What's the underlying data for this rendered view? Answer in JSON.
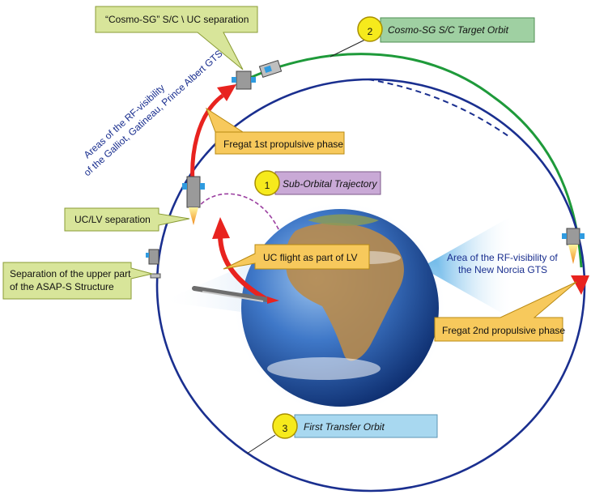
{
  "callouts": {
    "cosmo_separation": "“Cosmo-SG” S/C \\ UC separation",
    "fregat_first": "Fregat 1st propulsive phase",
    "uc_lv_separation": "UC/LV separation",
    "asap_separation_line1": "Separation of the upper part",
    "asap_separation_line2": "of the ASAP-S Structure",
    "uc_flight": "UC flight as part of LV",
    "fregat_second": "Fregat 2nd propulsive phase"
  },
  "orbits": [
    {
      "number": "1",
      "label": "Sub-Orbital Trajectory",
      "color": "#c9a9d6"
    },
    {
      "number": "2",
      "label": "Cosmo-SG S/C Target Orbit",
      "color": "#9fd0a2"
    },
    {
      "number": "3",
      "label": "First Transfer Orbit",
      "color": "#a8d8f0"
    }
  ],
  "rf_visibility": {
    "west_line1": "Areas of the RF-visibility",
    "west_line2": "of the Galliot, Gatineau, Prince Albert GTSs",
    "east_line1": "Area of the RF-visibility of",
    "east_line2": "the New Norcia GTS"
  },
  "colors": {
    "target_orbit": "#1e9a3a",
    "transfer_orbit": "#1a2f8f",
    "suborbital": "#9b3fa0",
    "thrust_arrow": "#e8231f",
    "callout_green": "#d8e59a",
    "callout_orange": "#f7c95c",
    "badge": "#f6ea1c"
  }
}
